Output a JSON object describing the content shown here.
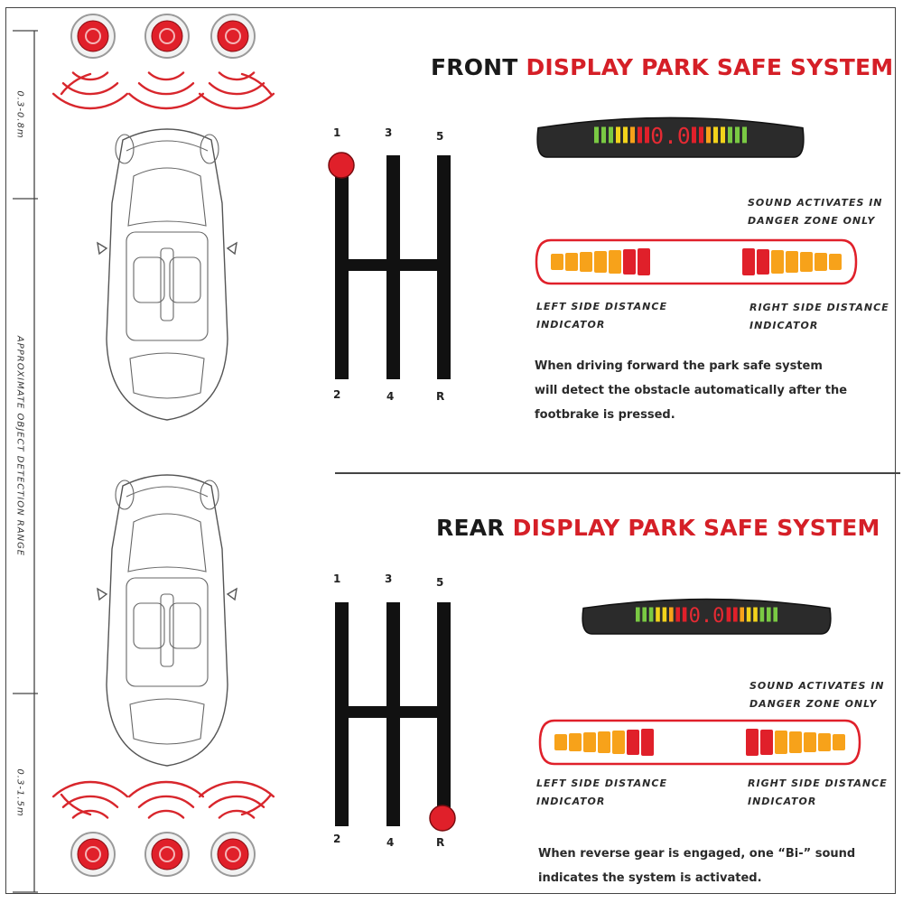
{
  "front": {
    "title_black": "FRONT",
    "title_red": "DISPLAY PARK SAFE SYSTEM",
    "sound_label_1": "SOUND ACTIVATES IN",
    "sound_label_2": "DANGER ZONE ONLY",
    "left_label_1": "LEFT SIDE DISTANCE",
    "left_label_2": "INDICATOR",
    "right_label_1": "RIGHT SIDE DISTANCE",
    "right_label_2": "INDICATOR",
    "desc_1": "When driving forward the park safe system",
    "desc_2": "will detect the obstacle automatically after the",
    "desc_3": "footbrake is pressed.",
    "display_value": "0.0",
    "active_gear": "1"
  },
  "rear": {
    "title_black": "REAR",
    "title_red": "DISPLAY PARK SAFE SYSTEM",
    "sound_label_1": "SOUND ACTIVATES IN",
    "sound_label_2": "DANGER ZONE ONLY",
    "left_label_1": "LEFT SIDE DISTANCE",
    "left_label_2": "INDICATOR",
    "right_label_1": "RIGHT SIDE DISTANCE",
    "right_label_2": "INDICATOR",
    "desc_1": "When reverse gear is engaged, one “Bi-” sound",
    "desc_2": "indicates the system is activated.",
    "display_value": "0.0",
    "active_gear": "R"
  },
  "gears": {
    "top": [
      "1",
      "3",
      "5"
    ],
    "bottom": [
      "2",
      "4",
      "R"
    ]
  },
  "detection": {
    "axis_label": "APPROXIMATE OBJECT DETECTION RANGE",
    "front_range": "0.3-0.8m",
    "rear_range": "0.3-1.5m"
  },
  "colors": {
    "accent_red": "#d51f27",
    "green": "#7ac943",
    "yellow": "#f2d31b",
    "orange": "#f7a21a",
    "bar_red": "#e0202a",
    "display_body": "#2b2b2b"
  }
}
